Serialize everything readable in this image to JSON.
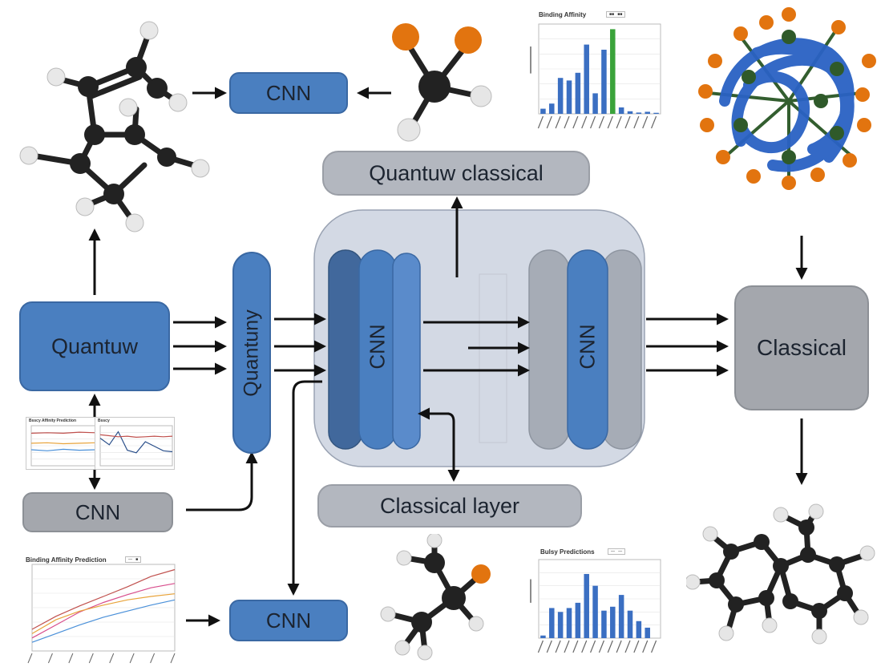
{
  "nodes": {
    "quantum_left": "Quantuw",
    "quantum_vertical": "Quantuny",
    "cnn_top": "CNN",
    "quantum_classical": "Quantuw classical",
    "cnn_core_left": "CNN",
    "cnn_core_right": "CNN",
    "classical_right": "Classical",
    "cnn_left_lower": "CNN",
    "classical_layer": "Classical layer",
    "cnn_bottom": "CNN"
  },
  "charts": {
    "binding_affinity": {
      "title": "Binding Affinity",
      "chart_data": {
        "type": "bar",
        "title": "Binding Affinity",
        "ylim": [
          0,
          350
        ],
        "series": [
          {
            "color": "#3b6fc2",
            "values": [
              20,
              40,
              140,
              130,
              160,
              270,
              80,
              250,
              20,
              25,
              10,
              5,
              8,
              4
            ]
          },
          {
            "color": "#3aa33a",
            "values": [
              0,
              0,
              0,
              0,
              0,
              0,
              0,
              0,
              330,
              0,
              0,
              0,
              0,
              0
            ]
          }
        ]
      }
    },
    "binding_prediction": {
      "title": "Binding Affinity Prediction",
      "chart_data": {
        "type": "line",
        "title": "Binding Affinity Prediction",
        "ylim": [
          0,
          10
        ],
        "series": [
          {
            "color": "#c0504d",
            "values": [
              2.5,
              4.0,
              5.2,
              6.3,
              7.4,
              8.6,
              9.4
            ]
          },
          {
            "color": "#d84d8c",
            "values": [
              1.5,
              3.0,
              4.5,
              5.6,
              6.5,
              7.3,
              7.8
            ]
          },
          {
            "color": "#e8a33a",
            "values": [
              2.0,
              3.6,
              4.6,
              5.3,
              5.9,
              6.3,
              6.6
            ]
          },
          {
            "color": "#4a90d9",
            "values": [
              1.0,
              2.0,
              3.0,
              3.9,
              4.6,
              5.3,
              5.9
            ]
          }
        ]
      }
    },
    "binding_predictions": {
      "title": "Bulsy Predictions",
      "chart_data": {
        "type": "bar",
        "title": "Bulsy Predictions",
        "ylim": [
          0,
          3000
        ],
        "values": [
          100,
          1150,
          1000,
          1150,
          1350,
          2450,
          2000,
          1050,
          1200,
          1650,
          1050,
          650,
          400,
          0
        ]
      }
    },
    "small_a": {
      "title": "Bsscy Affinity Prediction",
      "chart_data": {
        "type": "line",
        "series": [
          {
            "color": "#c0504d",
            "values": [
              6.5,
              6.6,
              6.5,
              6.7,
              6.6
            ]
          },
          {
            "color": "#e8a33a",
            "values": [
              4.5,
              4.6,
              4.4,
              4.5,
              4.6
            ]
          },
          {
            "color": "#4a90d9",
            "values": [
              3.2,
              3.0,
              3.3,
              3.1,
              3.2
            ]
          }
        ]
      }
    },
    "small_b": {
      "title": "Bsscy",
      "chart_data": {
        "type": "line",
        "series": [
          {
            "color": "#2a4f8a",
            "values": [
              5.5,
              4.2,
              6.8,
              3.1,
              2.6,
              4.8,
              3.9,
              3.0,
              2.8
            ]
          },
          {
            "color": "#c0504d",
            "values": [
              6.2,
              6.0,
              5.8,
              5.9,
              5.7,
              5.8,
              5.9,
              5.8,
              5.9
            ]
          }
        ]
      }
    }
  }
}
